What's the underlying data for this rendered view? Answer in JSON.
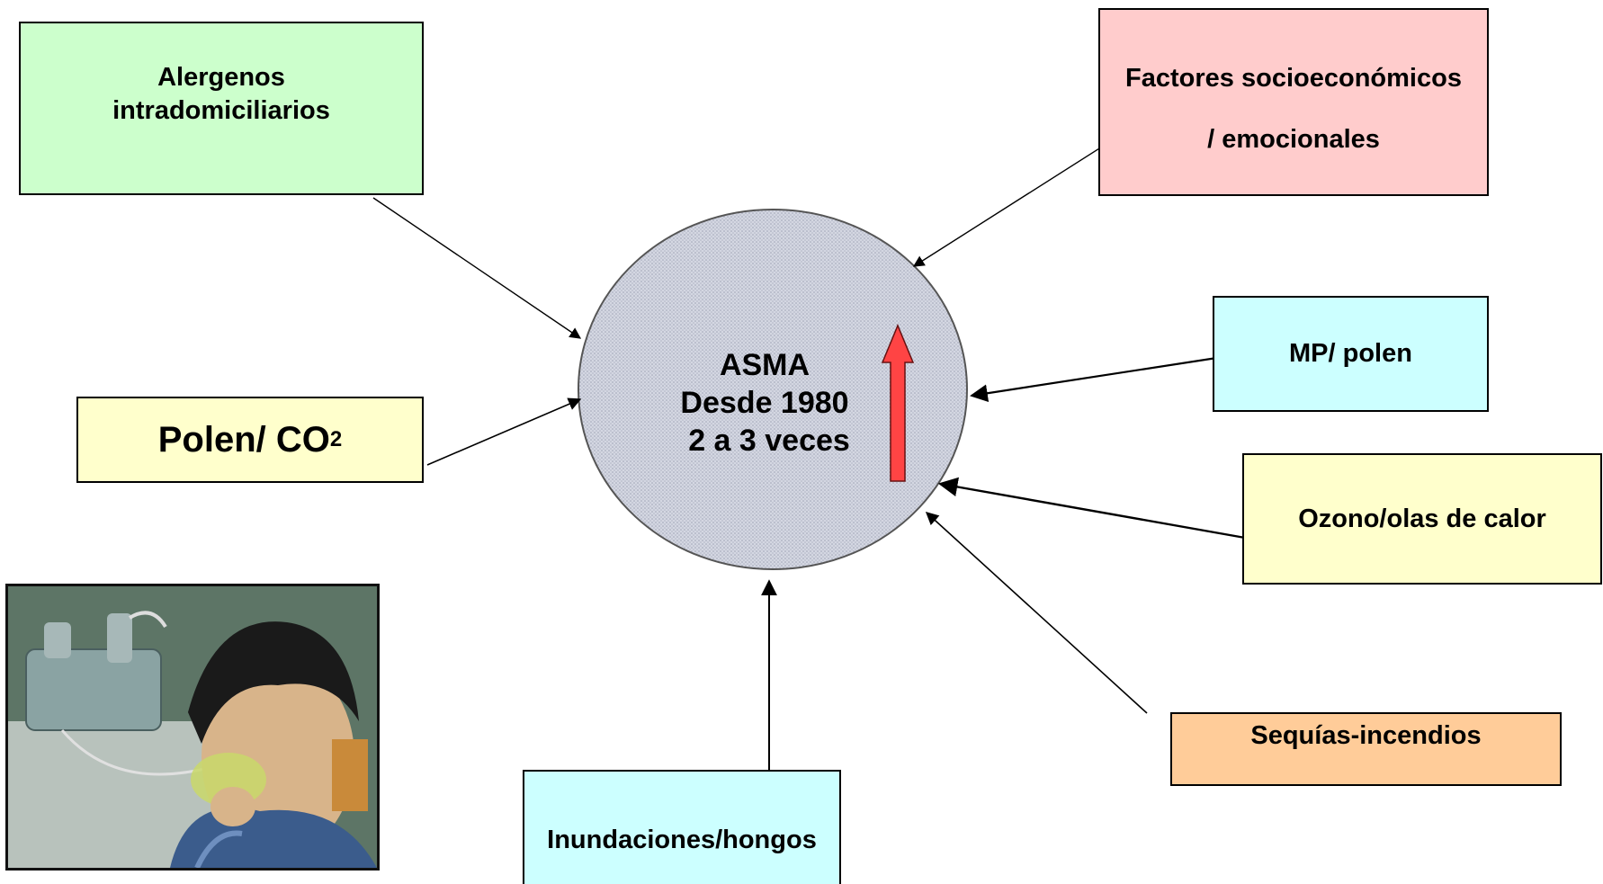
{
  "center": {
    "line1": "ASMA",
    "line2": "Desde 1980",
    "line3": "2 a 3 veces"
  },
  "nodes": {
    "alergenos": {
      "line1": "Alergenos",
      "line2": "intradomiciliarios",
      "color": "#ccffcc"
    },
    "factores": {
      "line1": "Factores socioeconómicos",
      "line2": "/ emocionales",
      "color": "#ffcccc"
    },
    "mp_polen": {
      "label": "MP/ polen",
      "color": "#ccffff"
    },
    "polen_co2": {
      "label": "Polen/ CO",
      "subscript": "2",
      "color": "#ffffcc"
    },
    "ozono": {
      "label": "Ozono/olas de calor",
      "color": "#ffffcc"
    },
    "sequias": {
      "label": "Sequías-incendios",
      "color": "#ffcc99"
    },
    "inundaciones": {
      "label": "Inundaciones/hongos",
      "color": "#ccffff"
    }
  },
  "colors": {
    "circle_fill": "#c8ccd8",
    "up_arrow": "#ff4444"
  },
  "photo": {
    "subject": "child-using-nebulizer"
  }
}
